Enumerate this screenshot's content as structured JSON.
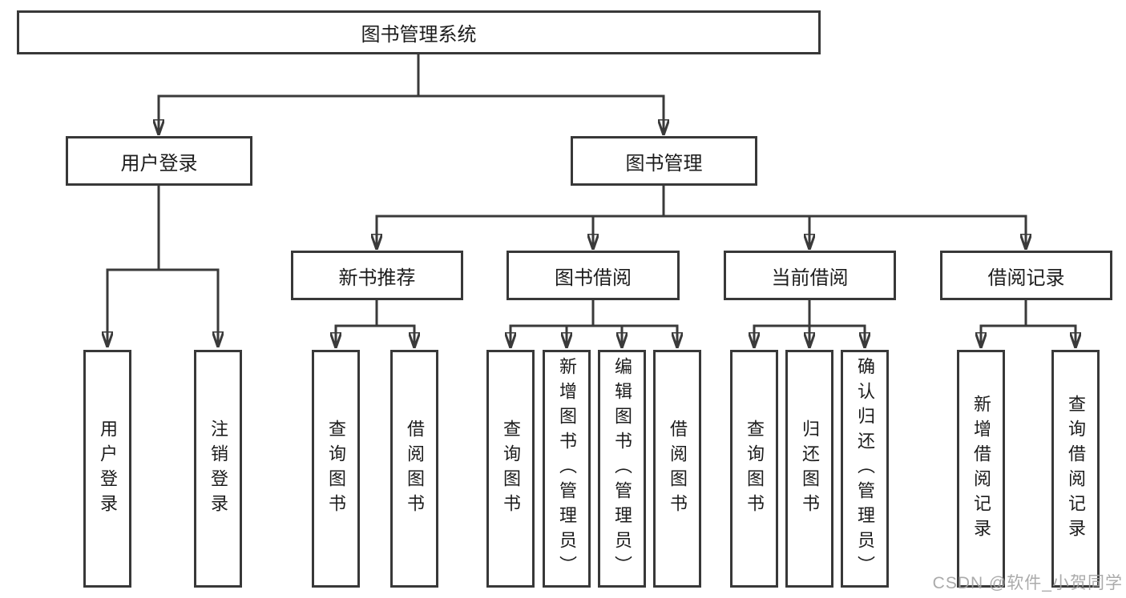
{
  "diagram": {
    "title": "图书管理系统",
    "root": {
      "label": "图书管理系统"
    },
    "level2": {
      "user_login": {
        "label": "用户登录"
      },
      "book_management": {
        "label": "图书管理"
      }
    },
    "level3": {
      "new_book_recommend": {
        "label": "新书推荐"
      },
      "book_borrow": {
        "label": "图书借阅"
      },
      "current_borrow": {
        "label": "当前借阅"
      },
      "borrow_records": {
        "label": "借阅记录"
      }
    },
    "leaves": {
      "user_login": [
        "用户登录",
        "注销登录"
      ],
      "new_book_recommend": [
        "查询图书",
        "借阅图书"
      ],
      "book_borrow": [
        "查询图书",
        "新增图书（管理员）",
        "编辑图书（管理员）",
        "借阅图书"
      ],
      "current_borrow": [
        "查询图书",
        "归还图书",
        "确认归还（管理员）"
      ],
      "borrow_records": [
        "新增借阅记录",
        "查询借阅记录"
      ]
    }
  },
  "watermark": {
    "text": "CSDN @软件_小贺同学"
  },
  "colors": {
    "line": "#3a3a3a",
    "box_border": "#383838",
    "text": "#1c1c1c",
    "watermark": "#a2a2a2",
    "background": "#ffffff"
  }
}
